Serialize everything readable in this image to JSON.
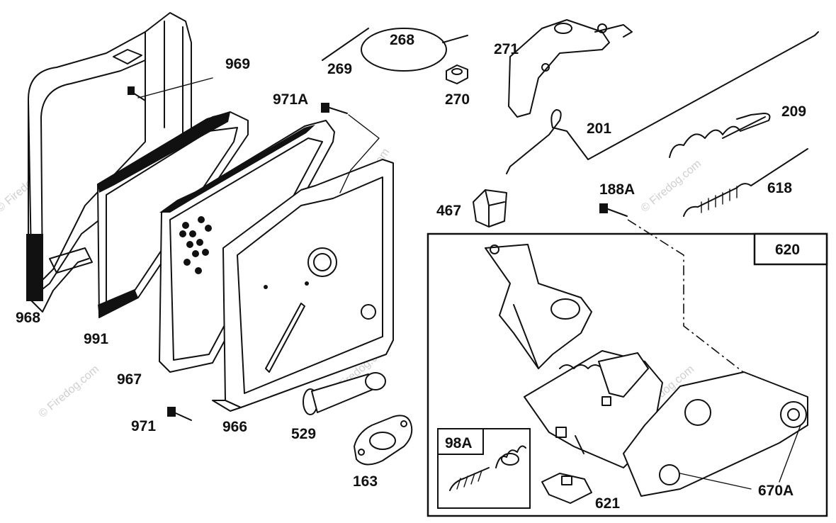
{
  "watermark": "© Firedog.com",
  "parts": {
    "p968": "968",
    "p969": "969",
    "p991": "991",
    "p967": "967",
    "p966": "966",
    "p971": "971",
    "p971A": "971A",
    "p269": "269",
    "p268": "268",
    "p270": "270",
    "p271": "271",
    "p201": "201",
    "p209": "209",
    "p618": "618",
    "p188A": "188A",
    "p467": "467",
    "p529": "529",
    "p163": "163",
    "p621": "621",
    "p670A": "670A"
  },
  "boxes": {
    "assembly": "620",
    "kit": "98A"
  }
}
